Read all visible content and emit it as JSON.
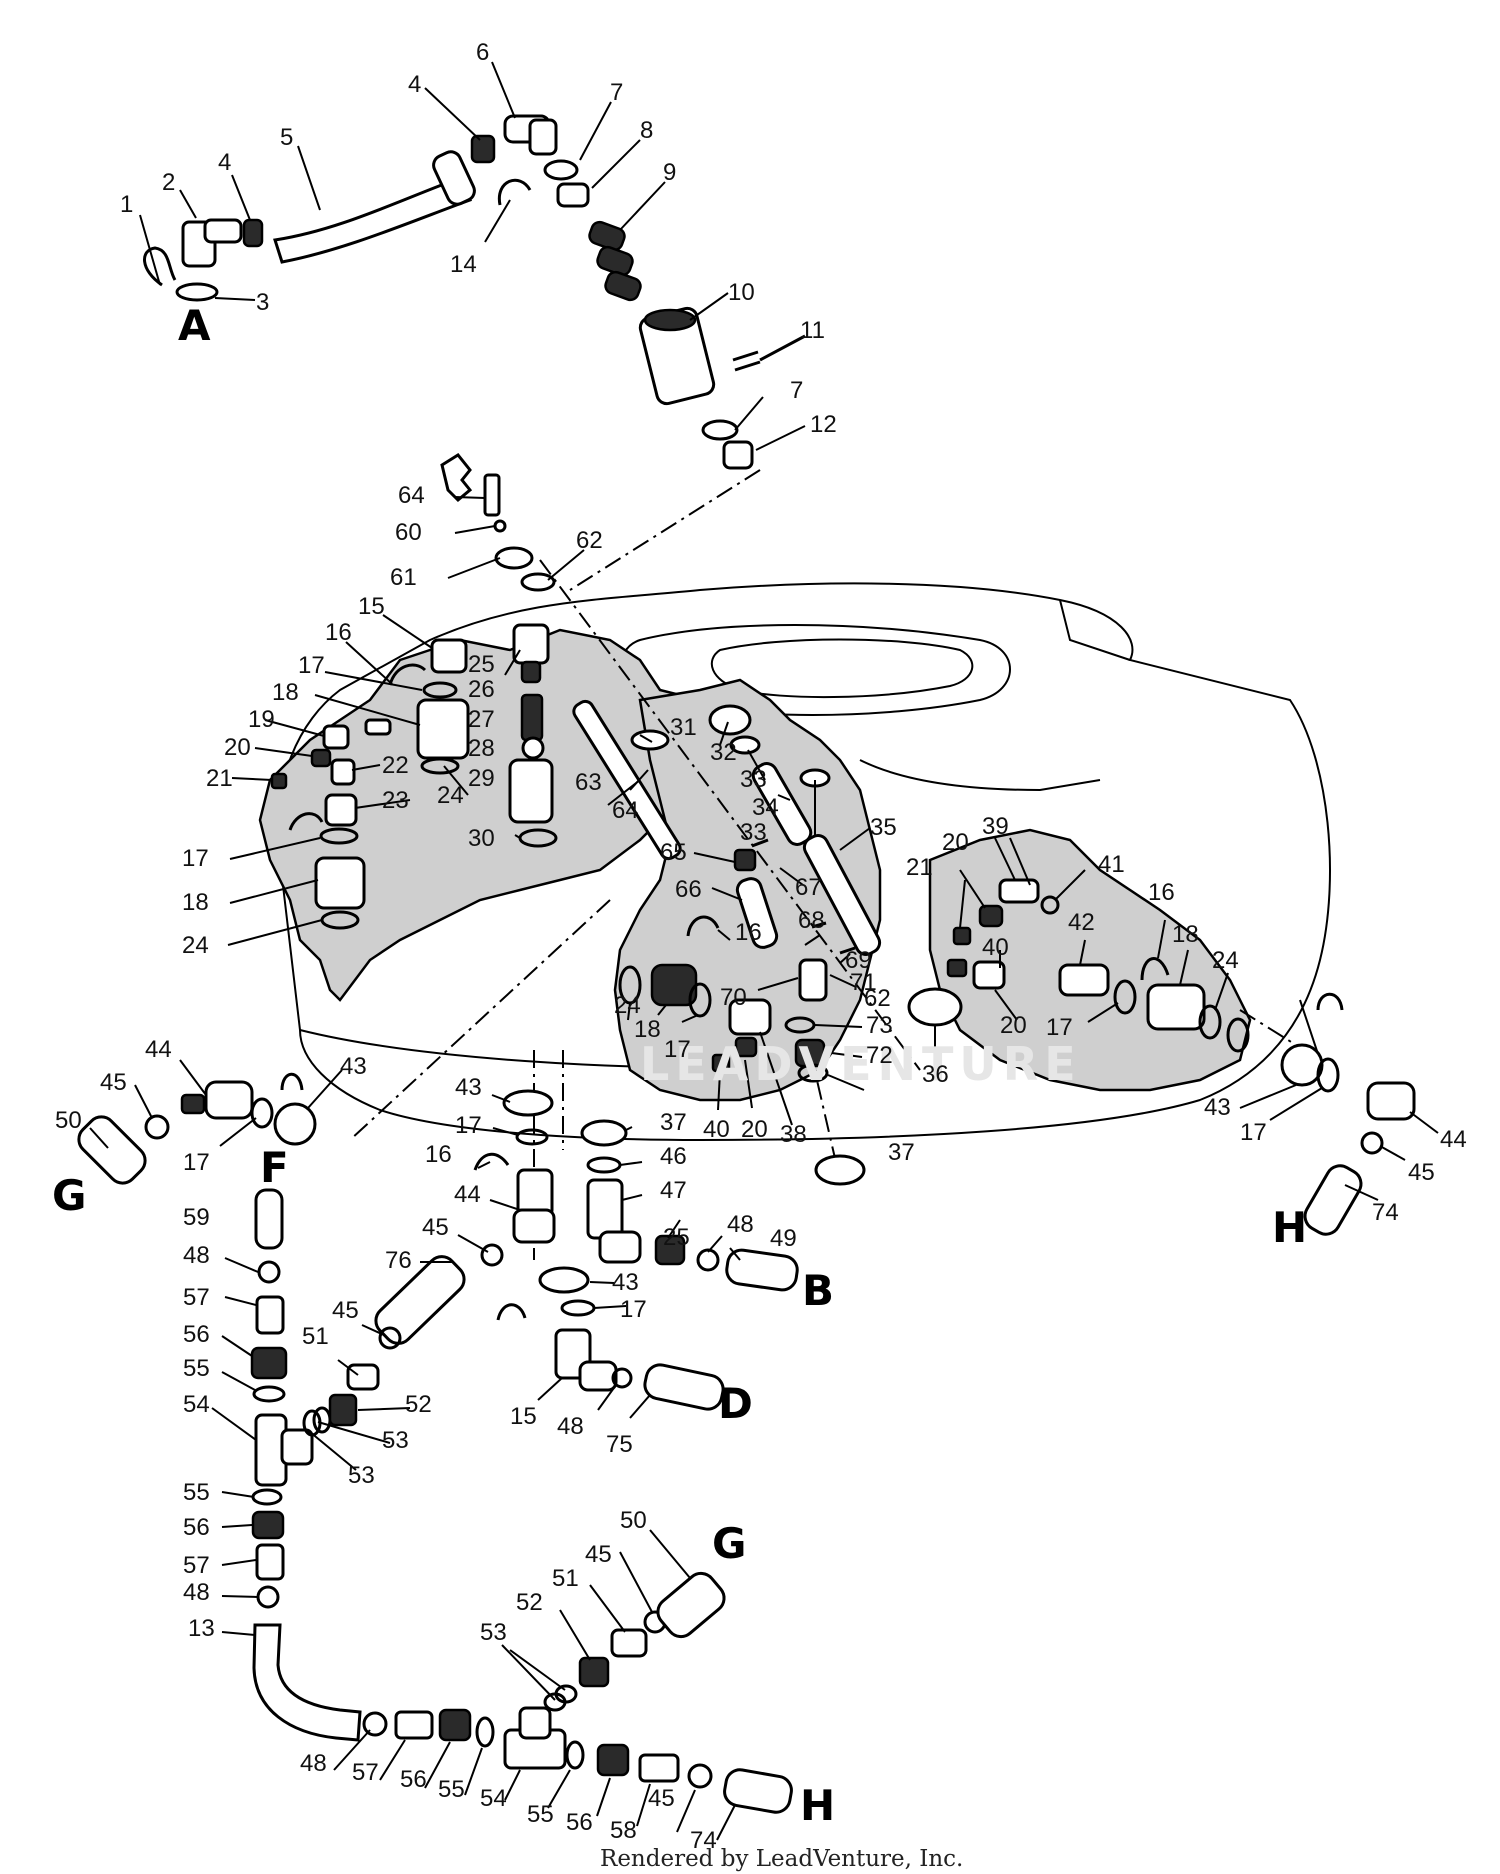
{
  "credit": "Rendered by LeadVenture, Inc.",
  "watermark": "LEADVENTURE",
  "section_letters": {
    "A": "A",
    "B": "B",
    "D": "D",
    "F": "F",
    "G_left": "G",
    "G_lower": "G",
    "H_right": "H",
    "H_bottom": "H"
  },
  "callouts": {
    "c1": "1",
    "c2": "2",
    "c3": "3",
    "c4a": "4",
    "c4b": "4",
    "c5": "5",
    "c6": "6",
    "c7a": "7",
    "c7b": "7",
    "c8": "8",
    "c9": "9",
    "c10": "10",
    "c11": "11",
    "c12": "12",
    "c13": "13",
    "c14": "14",
    "c15a": "15",
    "c15b": "15",
    "c16a": "16",
    "c16b": "16",
    "c16c": "16",
    "c16d": "16",
    "c17a": "17",
    "c17b": "17",
    "c17c": "17",
    "c17d": "17",
    "c17e": "17",
    "c17f": "17",
    "c17g": "17",
    "c17h": "17",
    "c18a": "18",
    "c18b": "18",
    "c18c": "18",
    "c18d": "18",
    "c19": "19",
    "c20a": "20",
    "c20b": "20",
    "c20c": "20",
    "c20d": "20",
    "c21a": "21",
    "c21b": "21",
    "c22": "22",
    "c23": "23",
    "c24a": "24",
    "c24b": "24",
    "c24c": "24",
    "c24d": "24",
    "c25a": "25",
    "c25b": "25",
    "c26": "26",
    "c27": "27",
    "c28": "28",
    "c29": "29",
    "c30": "30",
    "c31": "31",
    "c32": "32",
    "c33a": "33",
    "c33b": "33",
    "c34": "34",
    "c35": "35",
    "c36": "36",
    "c37a": "37",
    "c37b": "37",
    "c38": "38",
    "c39": "39",
    "c40a": "40",
    "c40b": "40",
    "c41": "41",
    "c42": "42",
    "c43a": "43",
    "c43b": "43",
    "c43c": "43",
    "c43d": "43",
    "c44a": "44",
    "c44b": "44",
    "c44c": "44",
    "c45a": "45",
    "c45b": "45",
    "c45c": "45",
    "c45d": "45",
    "c45e": "45",
    "c45f": "45",
    "c46": "46",
    "c47": "47",
    "c48a": "48",
    "c48b": "48",
    "c48c": "48",
    "c48d": "48",
    "c48e": "48",
    "c49": "49",
    "c50a": "50",
    "c50b": "50",
    "c51a": "51",
    "c51b": "51",
    "c52a": "52",
    "c52b": "52",
    "c53a": "53",
    "c53b": "53",
    "c53c": "53",
    "c54a": "54",
    "c54b": "54",
    "c55a": "55",
    "c55b": "55",
    "c55c": "55",
    "c55d": "55",
    "c56a": "56",
    "c56b": "56",
    "c56c": "56",
    "c56d": "56",
    "c57a": "57",
    "c57b": "57",
    "c57c": "57",
    "c58": "58",
    "c59": "59",
    "c60": "60",
    "c61": "61",
    "c62a": "62",
    "c62b": "62",
    "c63": "63",
    "c64a": "64",
    "c64b": "64",
    "c65": "65",
    "c66": "66",
    "c67": "67",
    "c68": "68",
    "c69": "69",
    "c70": "70",
    "c71": "71",
    "c72": "72",
    "c73": "73",
    "c74a": "74",
    "c74b": "74",
    "c75": "75",
    "c76": "76"
  }
}
